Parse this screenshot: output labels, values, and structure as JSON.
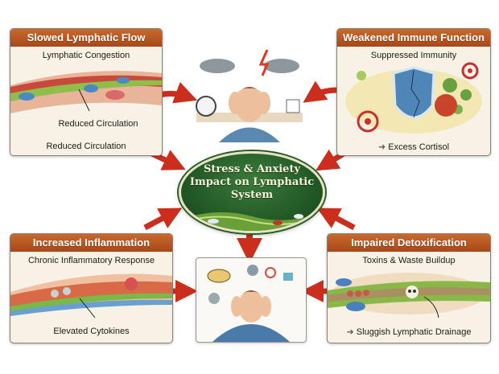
{
  "center": {
    "title_line1": "Stress & Anxiety",
    "title_line2": "Impact on Lymphatic",
    "title_line3": "System",
    "color": "#1f5424"
  },
  "cards": [
    {
      "id": "slowed-lymphatic-flow",
      "title": "Slowed Lymphatic Flow",
      "subtitle": "Lymphatic Congestion",
      "callout": "Reduced Circulation",
      "footer": "Reduced Circulation"
    },
    {
      "id": "weakened-immune-function",
      "title": "Weakened Immune Function",
      "subtitle": "Suppressed Immunity",
      "footer": "Excess Cortisol",
      "footer_icon": "arrow-right-icon"
    },
    {
      "id": "increased-inflammation",
      "title": "Increased Inflammation",
      "subtitle": "Chronic Inflammatory Response",
      "footer": "Elevated Cytokines"
    },
    {
      "id": "impaired-detoxification",
      "title": "Impaired Detoxification",
      "subtitle": "Toxins & Waste Buildup",
      "footer": "Sluggish Lymphatic Drainage",
      "footer_icon": "arrow-right-icon"
    }
  ],
  "scenes": {
    "top": "stressed-person-with-storm-clouds-clock-coffee",
    "bottom": "anxious-person-with-worry-symbols"
  },
  "colors": {
    "header": "#b8561f",
    "card_bg": "#f8f2e6",
    "arrow": "#cc3322",
    "oval": "#1f5424"
  }
}
